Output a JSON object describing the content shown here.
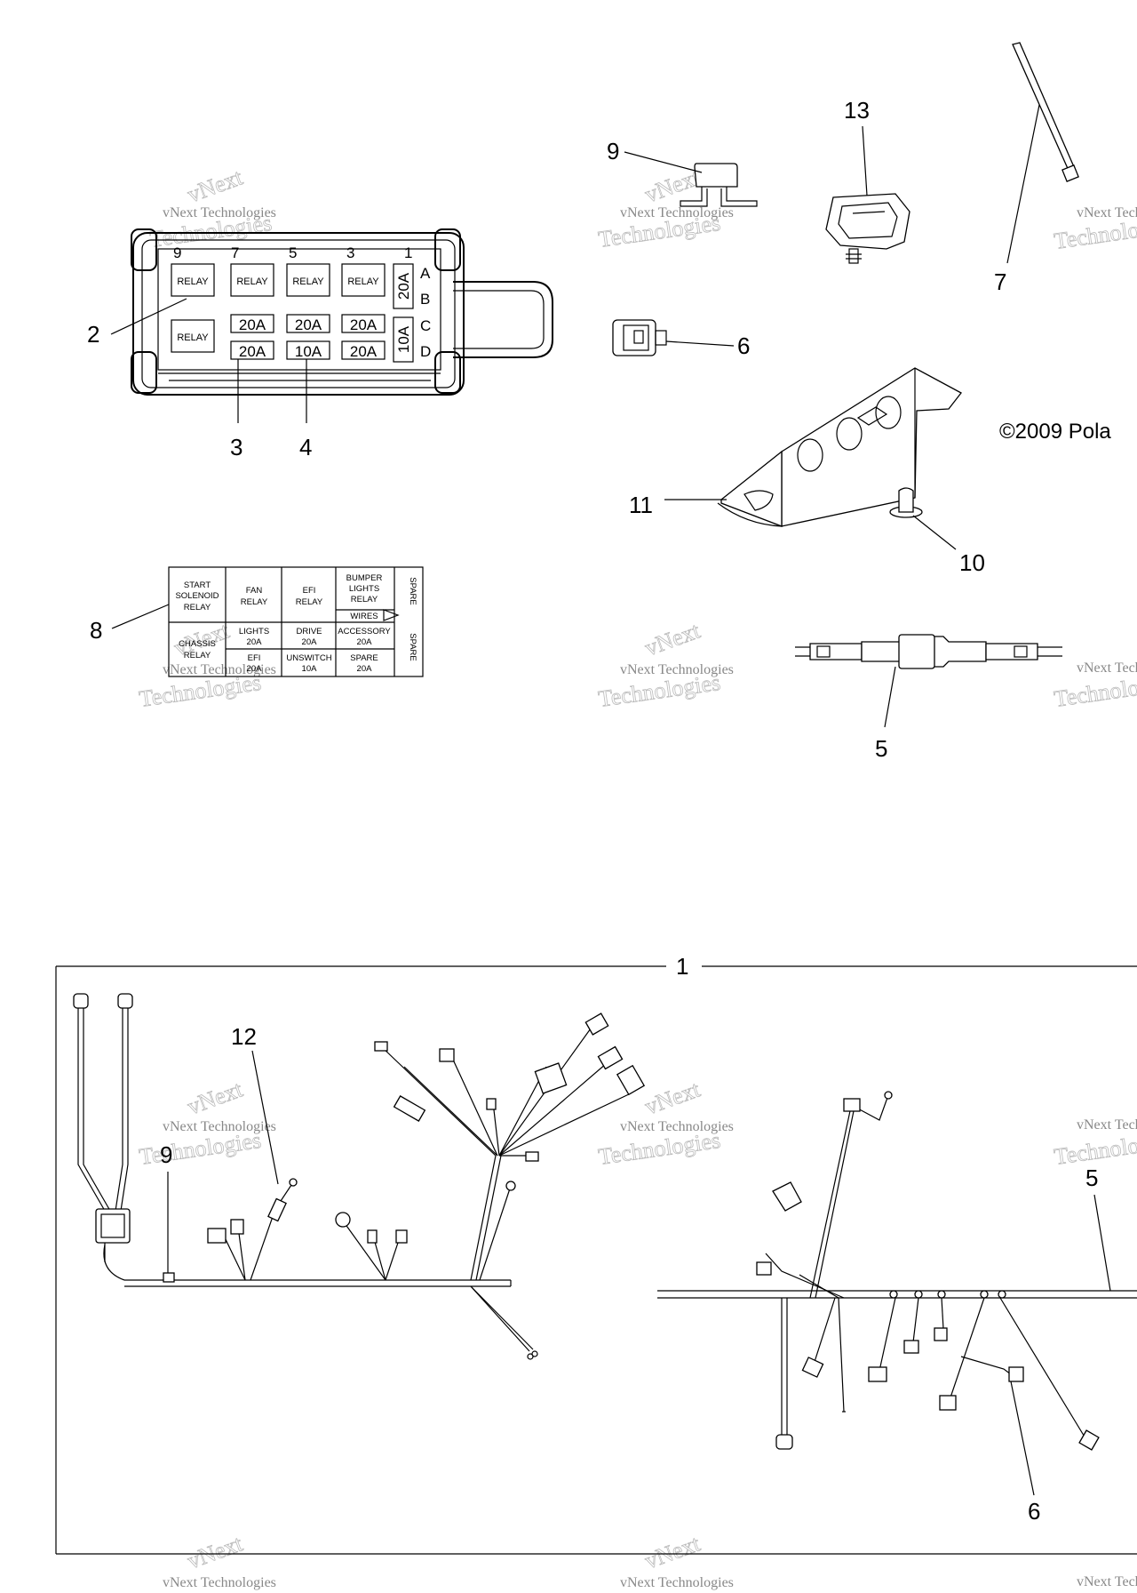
{
  "copyright": "©2009 Pola",
  "watermark": {
    "line1": "vNext Technologies",
    "line2": "Technologies",
    "line3": "vNext"
  },
  "fuse_box": {
    "top_numbers": [
      "9",
      "7",
      "5",
      "3",
      "1"
    ],
    "right_letters": [
      "A",
      "B",
      "C",
      "D"
    ],
    "relay_label": "RELAY",
    "fuses_row1": [
      "20A",
      "20A",
      "20A"
    ],
    "fuses_row2": [
      "20A",
      "10A",
      "20A"
    ],
    "side_fuse_top": "20A",
    "side_fuse_bottom": "10A"
  },
  "label_8": {
    "start_relay": [
      "START",
      "SOLENOID",
      "RELAY"
    ],
    "fan_relay": [
      "FAN",
      "RELAY"
    ],
    "efi_relay": [
      "EFI",
      "RELAY"
    ],
    "bumper_relay": [
      "BUMPER",
      "LIGHTS",
      "RELAY"
    ],
    "spare_top": "SPARE",
    "wires": "WIRES",
    "chassis_relay": [
      "CHASSIS",
      "RELAY"
    ],
    "lights": [
      "LIGHTS",
      "20A"
    ],
    "drive": [
      "DRIVE",
      "20A"
    ],
    "accessory": [
      "ACCESSORY",
      "20A"
    ],
    "spare_side": "SPARE",
    "efi_fuse": [
      "EFI",
      "20A"
    ],
    "unswitch": [
      "UNSWITCH",
      "10A"
    ],
    "spare_fuse": [
      "SPARE",
      "20A"
    ]
  },
  "callouts": {
    "c1": "1",
    "c2": "2",
    "c3": "3",
    "c4": "4",
    "c5_top": "5",
    "c5_bottom": "5",
    "c6_top": "6",
    "c6_bottom": "6",
    "c7": "7",
    "c8": "8",
    "c9_top": "9",
    "c9_bottom": "9",
    "c10": "10",
    "c11": "11",
    "c12": "12",
    "c13": "13"
  }
}
